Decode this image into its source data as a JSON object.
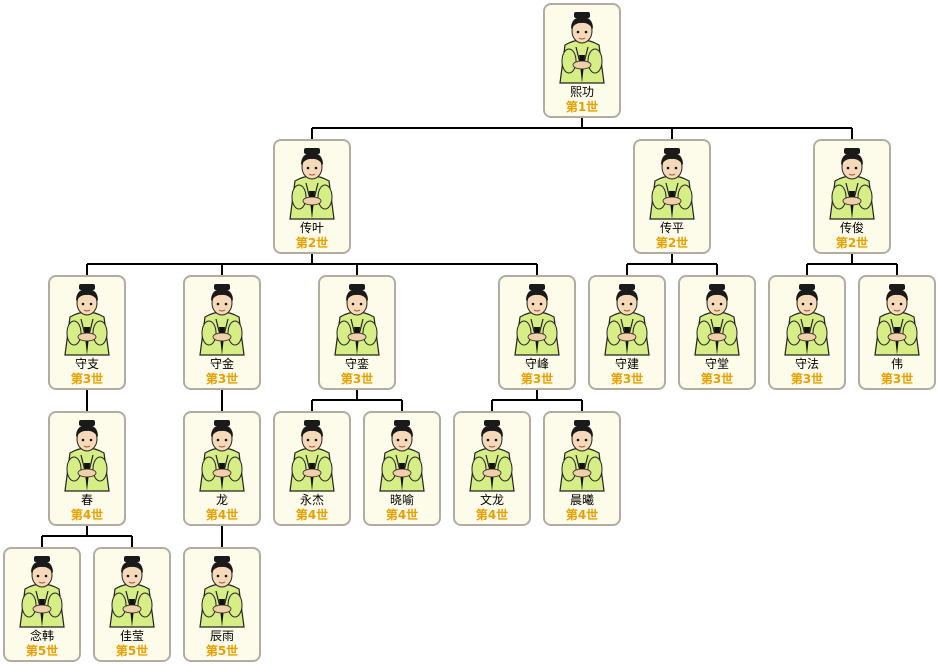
{
  "colors": {
    "connector": "#000000",
    "card_border": "#b3aca2",
    "card_fill": "#fdfbea",
    "generation_text": "#e8a000",
    "robe": "#d6ee85",
    "hair": "#1a1a1a"
  },
  "icon": "ancestor-figure-icon",
  "people": [
    {
      "id": "p1",
      "name": "熙功",
      "generation": "第1世",
      "parent": null
    },
    {
      "id": "p2",
      "name": "传叶",
      "generation": "第2世",
      "parent": "p1"
    },
    {
      "id": "p3",
      "name": "传平",
      "generation": "第2世",
      "parent": "p1"
    },
    {
      "id": "p4",
      "name": "传俊",
      "generation": "第2世",
      "parent": "p1"
    },
    {
      "id": "p5",
      "name": "守支",
      "generation": "第3世",
      "parent": "p2"
    },
    {
      "id": "p6",
      "name": "守金",
      "generation": "第3世",
      "parent": "p2"
    },
    {
      "id": "p7",
      "name": "守銮",
      "generation": "第3世",
      "parent": "p2"
    },
    {
      "id": "p8",
      "name": "守峰",
      "generation": "第3世",
      "parent": "p2"
    },
    {
      "id": "p9",
      "name": "守建",
      "generation": "第3世",
      "parent": "p3"
    },
    {
      "id": "p10",
      "name": "守堂",
      "generation": "第3世",
      "parent": "p3"
    },
    {
      "id": "p11",
      "name": "守法",
      "generation": "第3世",
      "parent": "p4"
    },
    {
      "id": "p12",
      "name": "伟",
      "generation": "第3世",
      "parent": "p4"
    },
    {
      "id": "p13",
      "name": "春",
      "generation": "第4世",
      "parent": "p5"
    },
    {
      "id": "p14",
      "name": "龙",
      "generation": "第4世",
      "parent": "p6"
    },
    {
      "id": "p15",
      "name": "永杰",
      "generation": "第4世",
      "parent": "p7"
    },
    {
      "id": "p16",
      "name": "晓喻",
      "generation": "第4世",
      "parent": "p7"
    },
    {
      "id": "p17",
      "name": "文龙",
      "generation": "第4世",
      "parent": "p8"
    },
    {
      "id": "p18",
      "name": "晨曦",
      "generation": "第4世",
      "parent": "p8"
    },
    {
      "id": "p19",
      "name": "念韩",
      "generation": "第5世",
      "parent": "p13"
    },
    {
      "id": "p20",
      "name": "佳莹",
      "generation": "第5世",
      "parent": "p13"
    },
    {
      "id": "p21",
      "name": "辰雨",
      "generation": "第5世",
      "parent": "p14"
    }
  ]
}
